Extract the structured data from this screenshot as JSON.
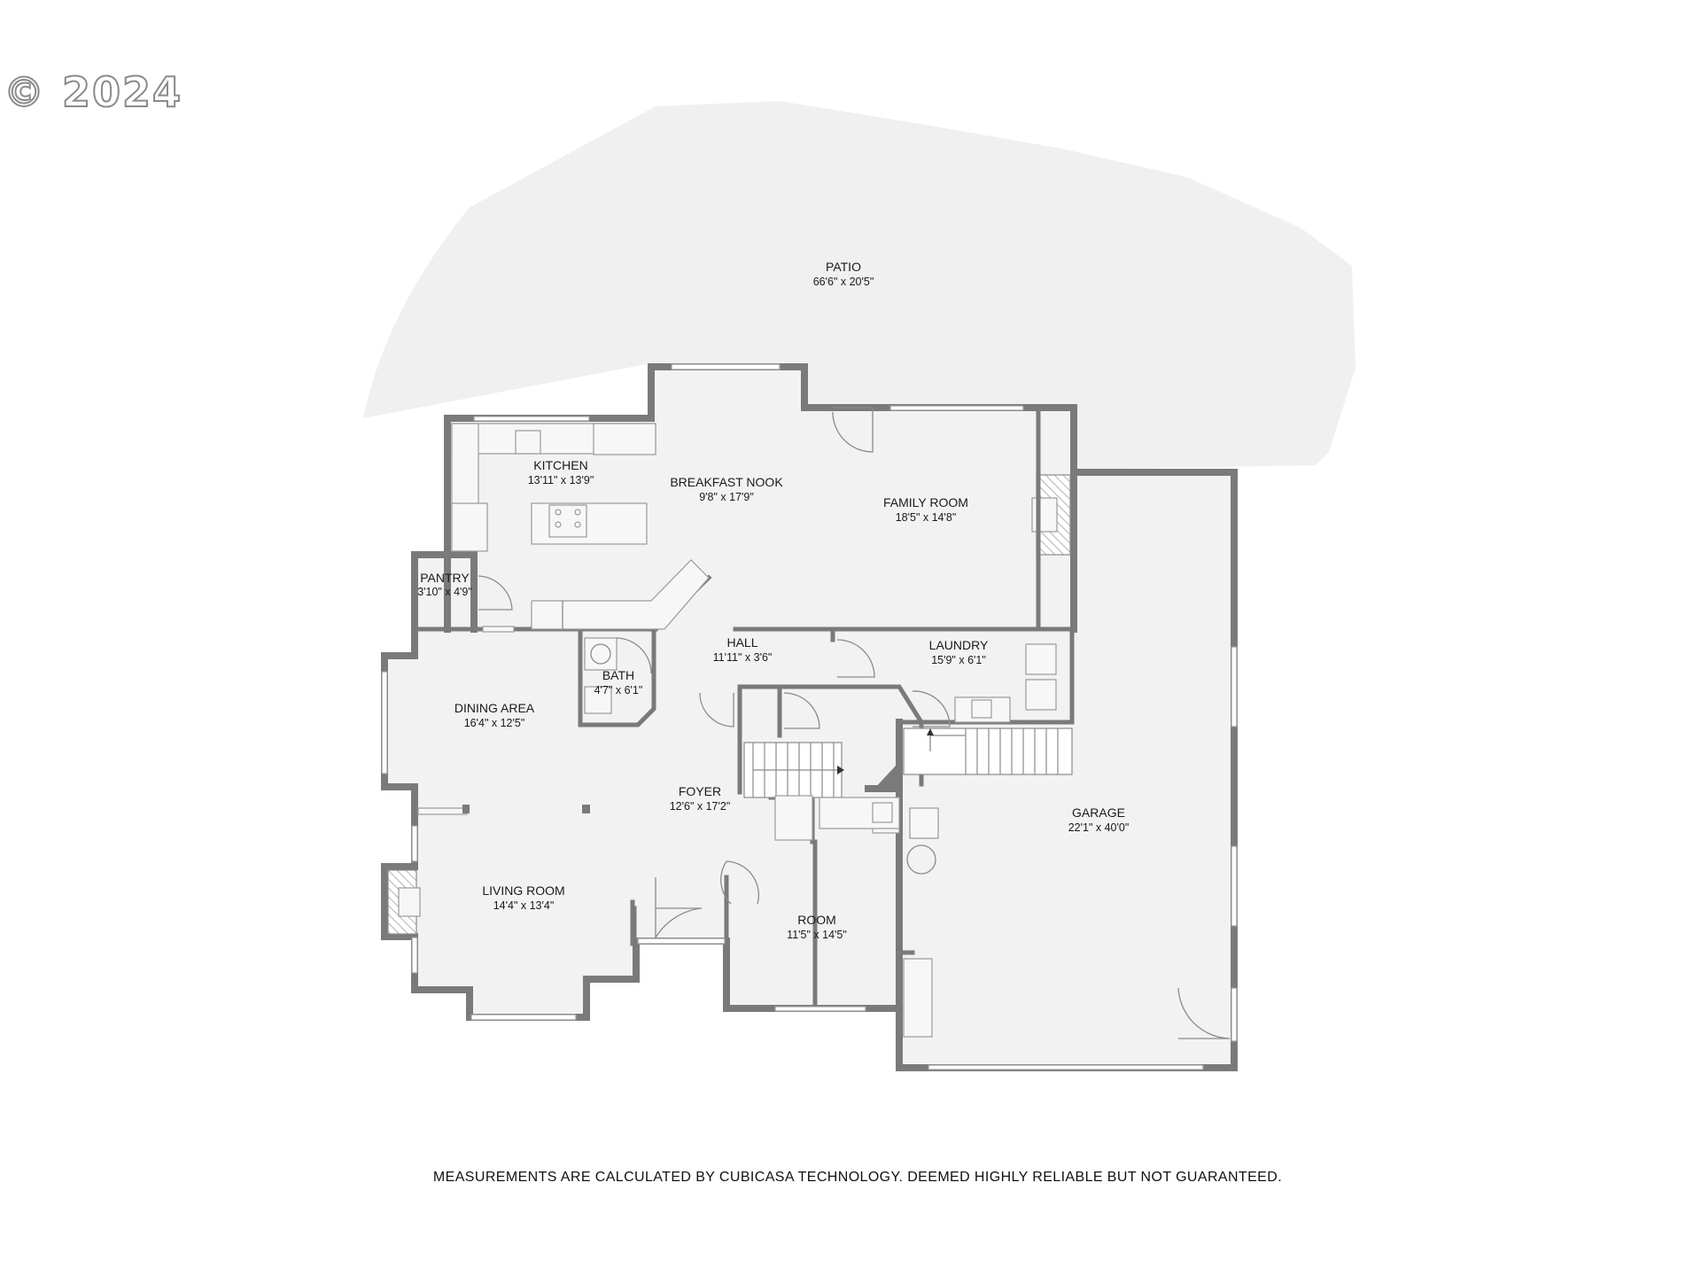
{
  "watermark": "© 2024",
  "rooms": [
    {
      "id": "patio",
      "name": "PATIO",
      "dims": "66'6\" x 20'5\""
    },
    {
      "id": "kitchen",
      "name": "KITCHEN",
      "dims": "13'11\" x 13'9\""
    },
    {
      "id": "breakfast-nook",
      "name": "BREAKFAST NOOK",
      "dims": "9'8\" x 17'9\""
    },
    {
      "id": "family-room",
      "name": "FAMILY ROOM",
      "dims": "18'5\" x 14'8\""
    },
    {
      "id": "pantry",
      "name": "PANTRY",
      "dims": "3'10\" x 4'9\""
    },
    {
      "id": "hall",
      "name": "HALL",
      "dims": "11'11\" x 3'6\""
    },
    {
      "id": "laundry",
      "name": "LAUNDRY",
      "dims": "15'9\" x 6'1\""
    },
    {
      "id": "bath",
      "name": "BATH",
      "dims": "4'7\" x 6'1\""
    },
    {
      "id": "dining-area",
      "name": "DINING AREA",
      "dims": "16'4\" x 12'5\""
    },
    {
      "id": "foyer",
      "name": "FOYER",
      "dims": "12'6\" x 17'2\""
    },
    {
      "id": "garage",
      "name": "GARAGE",
      "dims": "22'1\" x 40'0\""
    },
    {
      "id": "living-room",
      "name": "LIVING ROOM",
      "dims": "14'4\" x 13'4\""
    },
    {
      "id": "room",
      "name": "ROOM",
      "dims": "11'5\" x 14'5\""
    }
  ],
  "disclaimer": "MEASUREMENTS ARE CALCULATED BY CUBICASA TECHNOLOGY. DEEMED HIGHLY RELIABLE BUT NOT GUARANTEED."
}
